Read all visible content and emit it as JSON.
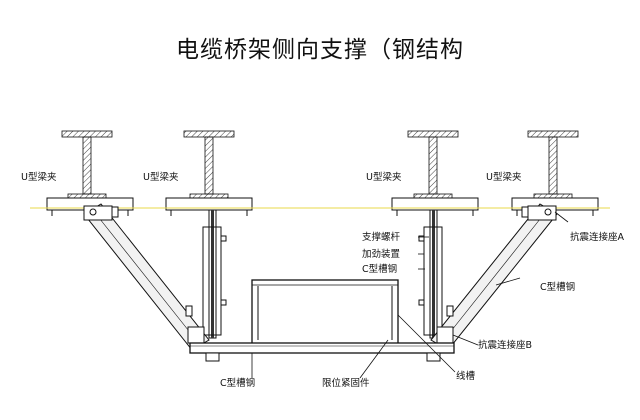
{
  "title": "电缆桥架侧向支撑（钢结构",
  "labels": {
    "beam_clamp": "U型梁夹",
    "support_rod": "支撑螺杆",
    "stiffener": "加劲装置",
    "c_channel": "C型槽钢",
    "seismic_seat_a": "抗震连接座A",
    "seismic_seat_b": "抗震连接座B",
    "limit_fastener": "限位紧固件",
    "cable_tray": "线槽"
  },
  "colors": {
    "line": "#111111",
    "centerline": "#e8d84a",
    "brace_fill": "#f2f2f2"
  }
}
